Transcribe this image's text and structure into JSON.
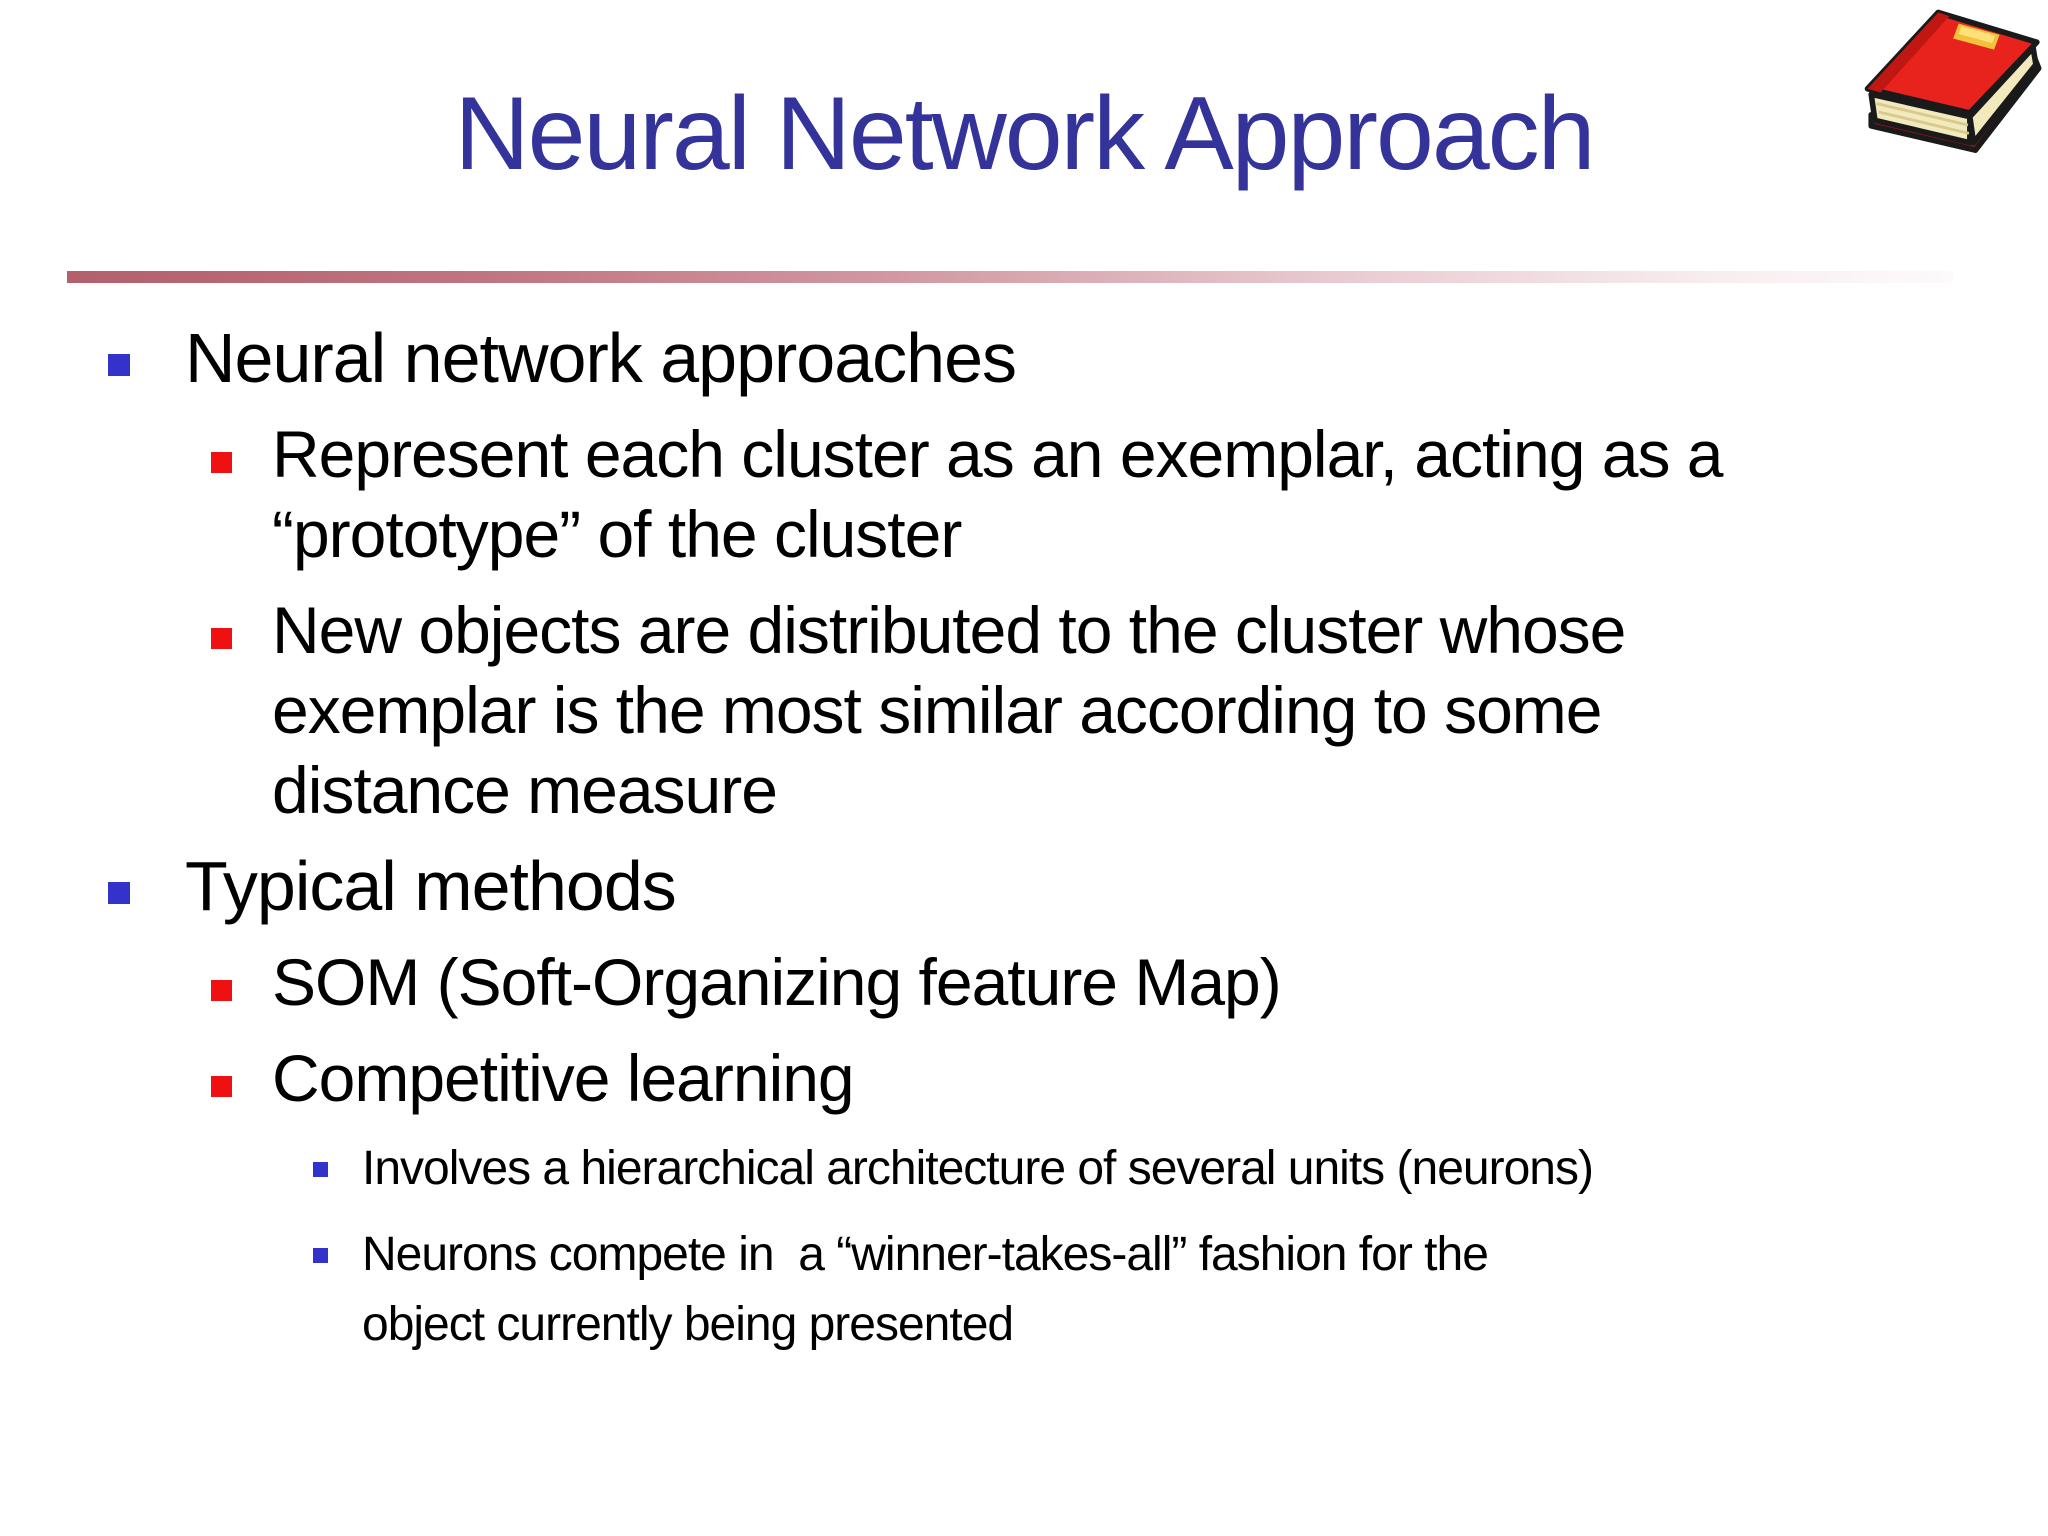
{
  "slide": {
    "title": "Neural Network Approach"
  },
  "colors": {
    "title": "#333399",
    "bullet_blue": "#3333cc",
    "bullet_red": "#ee1111",
    "divider_left": "#b2606c",
    "divider_right": "#fdfafb",
    "body_text": "#000000",
    "book_cover": "#e8231e",
    "book_spine": "#c01712",
    "book_pages": "#f2e9bc",
    "book_label": "#f0c23c"
  },
  "icons": {
    "top_right": "red-book-icon"
  },
  "content": {
    "items": [
      {
        "level": 1,
        "bullet": "blue",
        "text": "Neural network approaches"
      },
      {
        "level": 2,
        "bullet": "red",
        "text": "Represent each cluster as an exemplar, acting as a\n“prototype” of the cluster"
      },
      {
        "level": 2,
        "bullet": "red",
        "text": "New objects are distributed to the cluster whose\nexemplar is the most similar according to some\ndistance measure"
      },
      {
        "level": 1,
        "bullet": "blue",
        "text": "Typical methods"
      },
      {
        "level": 2,
        "bullet": "red",
        "text": "SOM (Soft-Organizing feature Map)"
      },
      {
        "level": 2,
        "bullet": "red",
        "text": "Competitive learning"
      },
      {
        "level": 3,
        "bullet": "blue",
        "text": "Involves a hierarchical architecture of several units (neurons)"
      },
      {
        "level": 3,
        "bullet": "blue",
        "text": "Neurons compete in  a “winner-takes-all” fashion for the\nobject currently being presented"
      }
    ]
  }
}
